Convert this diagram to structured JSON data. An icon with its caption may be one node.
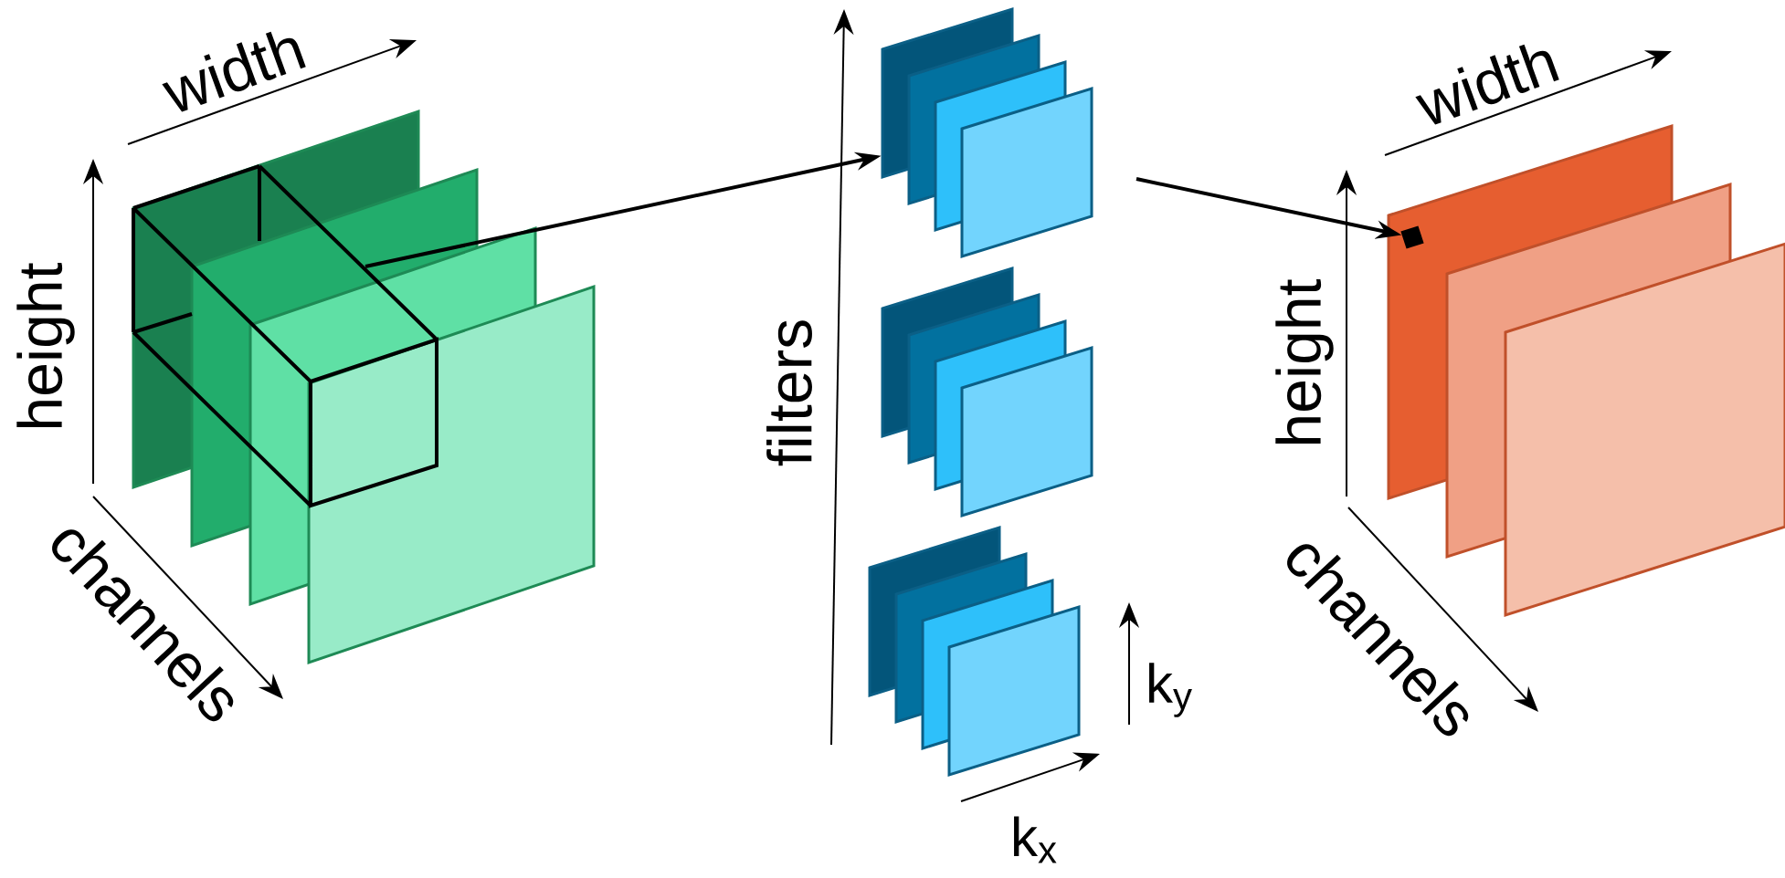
{
  "diagram": {
    "nodes": [
      {
        "text": [],
        "shape": "box"
      },
      {
        "text": [],
        "shape": "box"
      },
      {
        "text": [],
        "shape": "box"
      },
      {
        "text": [],
        "shape": "box"
      },
      {
        "text": [],
        "shape": "box"
      }
    ],
    "edges": [
      {
        "from": 0,
        "to": 1,
        "arrow": "to"
      },
      {
        "from": 1,
        "to": 4,
        "arrow": "to"
      }
    ],
    "labels": [
      "width",
      "height",
      "channels",
      "filters",
      "k$_{y}$",
      "k$_{x}$",
      "width",
      "height",
      "channels"
    ]
  }
}
